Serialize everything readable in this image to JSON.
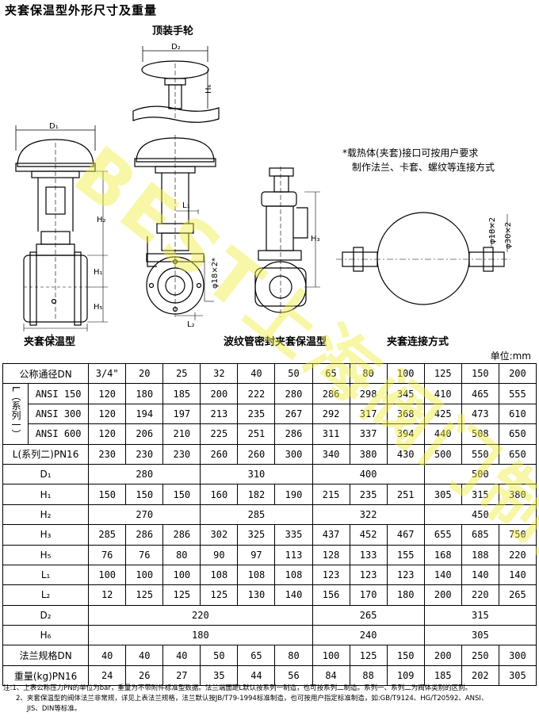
{
  "title": "夹套保温型外形尺寸及重量",
  "captions": {
    "top_handwheel": "顶装手轮",
    "jacket": "夹套保温型",
    "bellows": "波纹管密封夹套保温型",
    "connection": "夹套连接方式"
  },
  "note_right": [
    "*载热体(夹套)接口可按用户要求",
    "制作法兰、卡套、螺纹等连接方式"
  ],
  "unit": "单位:mm",
  "drawing_labels": {
    "D1": "D₁",
    "D2": "D₂",
    "H1": "H₁",
    "H2": "H₂",
    "H3": "H₃",
    "H5": "H₅",
    "H6": "H₆",
    "L": "L",
    "L1": "L₁",
    "L2": "L₂",
    "phi18_a": "φ18×2*",
    "phi18_b": "φ18×2",
    "phi30": "φ30×2"
  },
  "table": {
    "dn_label": "公称通径DN",
    "dn": [
      "3/4\"",
      "20",
      "25",
      "32",
      "40",
      "50",
      "65",
      "80",
      "100",
      "125",
      "150",
      "200"
    ],
    "series1_label": "L（系列一）",
    "ansi150_label": "ANSI 150",
    "ansi150": [
      "120",
      "180",
      "185",
      "200",
      "222",
      "280",
      "286",
      "298",
      "345",
      "410",
      "465",
      "555"
    ],
    "ansi300_label": "ANSI 300",
    "ansi300": [
      "120",
      "194",
      "197",
      "213",
      "235",
      "267",
      "292",
      "317",
      "368",
      "425",
      "473",
      "610"
    ],
    "ansi600_label": "ANSI 600",
    "ansi600": [
      "120",
      "206",
      "210",
      "225",
      "251",
      "286",
      "311",
      "337",
      "394",
      "440",
      "508",
      "650"
    ],
    "series2_label": "L(系列二)PN16",
    "series2": [
      "230",
      "230",
      "230",
      "260",
      "260",
      "300",
      "340",
      "380",
      "430",
      "500",
      "550",
      "650"
    ],
    "d1_label": "D₁",
    "d1": [
      "280",
      "310",
      "400",
      "500"
    ],
    "h1_label": "H₁",
    "h1": [
      "150",
      "150",
      "150",
      "160",
      "182",
      "190",
      "215",
      "235",
      "251",
      "305",
      "315",
      "380"
    ],
    "h2_label": "H₂",
    "h2": [
      "270",
      "285",
      "322",
      "450"
    ],
    "h3_label": "H₃",
    "h3": [
      "285",
      "286",
      "286",
      "302",
      "325",
      "335",
      "437",
      "452",
      "467",
      "655",
      "685",
      "750"
    ],
    "h5_label": "H₅",
    "h5": [
      "76",
      "76",
      "80",
      "90",
      "97",
      "113",
      "128",
      "133",
      "155",
      "168",
      "188",
      "220"
    ],
    "l1_label": "L₁",
    "l1": [
      "100",
      "100",
      "100",
      "108",
      "108",
      "108",
      "123",
      "123",
      "123",
      "140",
      "140",
      "140"
    ],
    "l2_label": "L₂",
    "l2": [
      "12",
      "125",
      "125",
      "125",
      "130",
      "140",
      "156",
      "170",
      "180",
      "200",
      "220",
      "265"
    ],
    "d2_label": "D₂",
    "d2": [
      "220",
      "265",
      "315"
    ],
    "h6_label": "H₆",
    "h6": [
      "180",
      "240",
      "305"
    ],
    "flange_label": "法兰规格DN",
    "flange": [
      "40",
      "40",
      "40",
      "50",
      "65",
      "80",
      "100",
      "125",
      "150",
      "200",
      "250",
      "300"
    ],
    "weight_label": "重量(kg)PN16",
    "weight": [
      "24",
      "26",
      "27",
      "35",
      "44",
      "56",
      "84",
      "88",
      "109",
      "185",
      "202",
      "305"
    ]
  },
  "notes": [
    "注:1、上表公称压力PN的单位为bar，重量为不带附件标准型数据。法兰端面距L默认按系列一制造，也可按系列二制造。系列一、系列二为阀体类别的区别。",
    "2、夹套保温型的阀体法兰非常规，详见上表法兰规格，法兰默认按JB/T79-1994标准制造，也可按用户指定标准制造，如:GB/T9124、HG/T20592、ANSI、",
    "JIS、DIN等标准。"
  ],
  "watermark": "BEST上海阀门制造",
  "colors": {
    "watermark": "#eeee3c"
  }
}
